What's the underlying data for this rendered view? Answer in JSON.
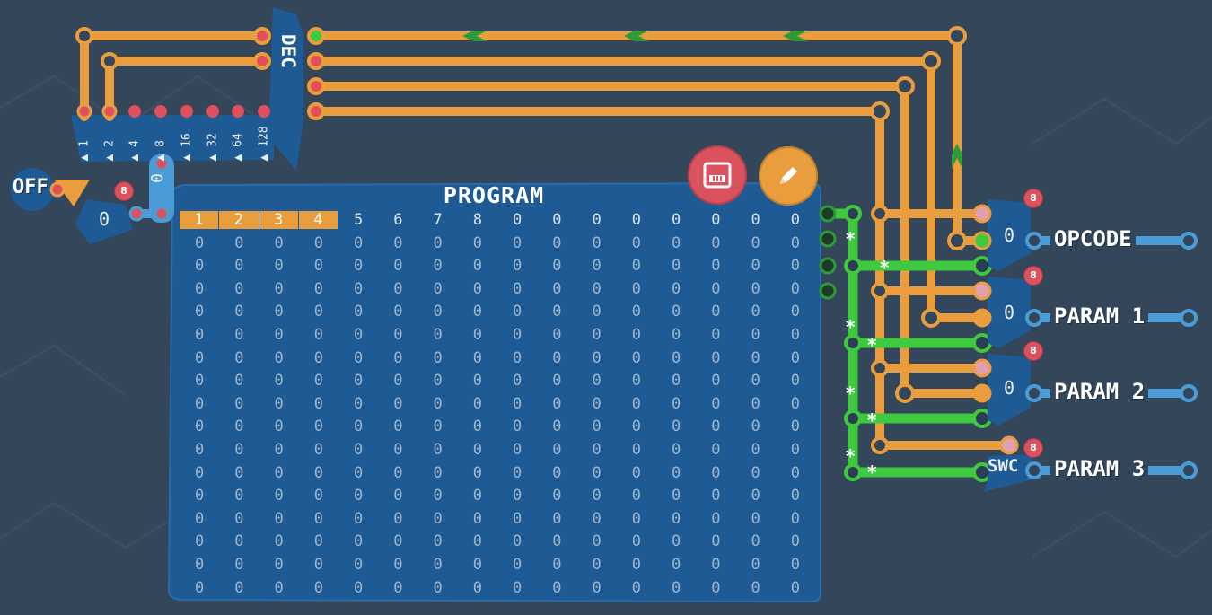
{
  "program": {
    "title": "PROGRAM",
    "header": [
      "1",
      "2",
      "3",
      "4",
      "5",
      "6",
      "7",
      "8",
      "0",
      "0",
      "0",
      "0",
      "0",
      "0",
      "0",
      "0"
    ],
    "highlighted_count": 4,
    "rows": [
      [
        "0",
        "0",
        "0",
        "0",
        "0",
        "0",
        "0",
        "0",
        "0",
        "0",
        "0",
        "0",
        "0",
        "0",
        "0",
        "0"
      ],
      [
        "0",
        "0",
        "0",
        "0",
        "0",
        "0",
        "0",
        "0",
        "0",
        "0",
        "0",
        "0",
        "0",
        "0",
        "0",
        "0"
      ],
      [
        "0",
        "0",
        "0",
        "0",
        "0",
        "0",
        "0",
        "0",
        "0",
        "0",
        "0",
        "0",
        "0",
        "0",
        "0",
        "0"
      ],
      [
        "0",
        "0",
        "0",
        "0",
        "0",
        "0",
        "0",
        "0",
        "0",
        "0",
        "0",
        "0",
        "0",
        "0",
        "0",
        "0"
      ],
      [
        "0",
        "0",
        "0",
        "0",
        "0",
        "0",
        "0",
        "0",
        "0",
        "0",
        "0",
        "0",
        "0",
        "0",
        "0",
        "0"
      ],
      [
        "0",
        "0",
        "0",
        "0",
        "0",
        "0",
        "0",
        "0",
        "0",
        "0",
        "0",
        "0",
        "0",
        "0",
        "0",
        "0"
      ],
      [
        "0",
        "0",
        "0",
        "0",
        "0",
        "0",
        "0",
        "0",
        "0",
        "0",
        "0",
        "0",
        "0",
        "0",
        "0",
        "0"
      ],
      [
        "0",
        "0",
        "0",
        "0",
        "0",
        "0",
        "0",
        "0",
        "0",
        "0",
        "0",
        "0",
        "0",
        "0",
        "0",
        "0"
      ],
      [
        "0",
        "0",
        "0",
        "0",
        "0",
        "0",
        "0",
        "0",
        "0",
        "0",
        "0",
        "0",
        "0",
        "0",
        "0",
        "0"
      ],
      [
        "0",
        "0",
        "0",
        "0",
        "0",
        "0",
        "0",
        "0",
        "0",
        "0",
        "0",
        "0",
        "0",
        "0",
        "0",
        "0"
      ],
      [
        "0",
        "0",
        "0",
        "0",
        "0",
        "0",
        "0",
        "0",
        "0",
        "0",
        "0",
        "0",
        "0",
        "0",
        "0",
        "0"
      ],
      [
        "0",
        "0",
        "0",
        "0",
        "0",
        "0",
        "0",
        "0",
        "0",
        "0",
        "0",
        "0",
        "0",
        "0",
        "0",
        "0"
      ],
      [
        "0",
        "0",
        "0",
        "0",
        "0",
        "0",
        "0",
        "0",
        "0",
        "0",
        "0",
        "0",
        "0",
        "0",
        "0",
        "0"
      ],
      [
        "0",
        "0",
        "0",
        "0",
        "0",
        "0",
        "0",
        "0",
        "0",
        "0",
        "0",
        "0",
        "0",
        "0",
        "0",
        "0"
      ],
      [
        "0",
        "0",
        "0",
        "0",
        "0",
        "0",
        "0",
        "0",
        "0",
        "0",
        "0",
        "0",
        "0",
        "0",
        "0",
        "0"
      ],
      [
        "0",
        "0",
        "0",
        "0",
        "0",
        "0",
        "0",
        "0",
        "0",
        "0",
        "0",
        "0",
        "0",
        "0",
        "0",
        "0"
      ]
    ]
  },
  "switch_label": "OFF",
  "counter": {
    "value": "0",
    "bits": "8"
  },
  "decoder": {
    "label": "DEC",
    "bit_labels": [
      "1",
      "2",
      "4",
      "8",
      "16",
      "32",
      "64",
      "128"
    ]
  },
  "outputs": [
    {
      "label": "OPCODE",
      "value": "0",
      "bits": "8"
    },
    {
      "label": "PARAM 1",
      "value": "0",
      "bits": "8"
    },
    {
      "label": "PARAM 2",
      "value": "0",
      "bits": "8"
    },
    {
      "label": "PARAM 3",
      "value": "SWC",
      "bits": "8"
    }
  ],
  "constant_label": "0",
  "star_glyph": "*",
  "colors": {
    "background": "#33465a",
    "wire_orange": "#e99d3d",
    "wire_green": "#3ec93e",
    "wire_blue": "#4a9bd6",
    "component_blue": "#1e5a94",
    "pin_red": "#e0505c",
    "pin_green": "#3ec93e",
    "button_red": "#d9525e",
    "button_orange": "#e99d3d"
  },
  "icons": {
    "save_button": "memory-chip-icon",
    "edit_button": "pencil-icon"
  }
}
